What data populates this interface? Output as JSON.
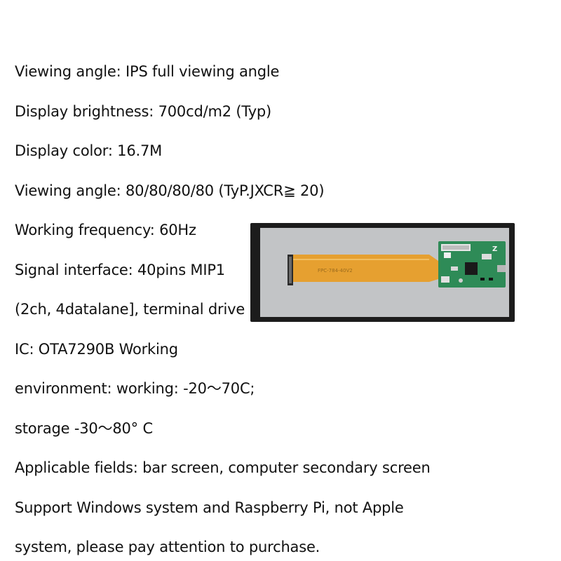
{
  "spec_lines": [
    "Viewing angle: IPS full viewing angle",
    "Display brightness: 700cd/m2 (Typ)",
    "Display color: 16.7M",
    "Viewing angle: 80/80/80/80 (TyP.JXCR≧ 20)",
    "Working frequency: 60Hz",
    "Signal interface: 40pins MIP1",
    "(2ch, 4datalane], terminal drive",
    "IC: OTA7290B Working",
    "environment: working: -20〜70C;",
    "storage -30〜80° C",
    "Applicable fields: bar screen, computer secondary screen",
    "Support Windows system and Raspberry Pi, not Apple",
    "system, please pay attention to purchase."
  ],
  "product_image": {
    "cable_label": "FPC-784-40V2",
    "board_logo": "Z",
    "colors": {
      "panel_frame": "#1c1c1c",
      "panel_surface": "#c2c4c6",
      "fpc_cable": "#e6a030",
      "pcb": "#2e8b57"
    }
  }
}
